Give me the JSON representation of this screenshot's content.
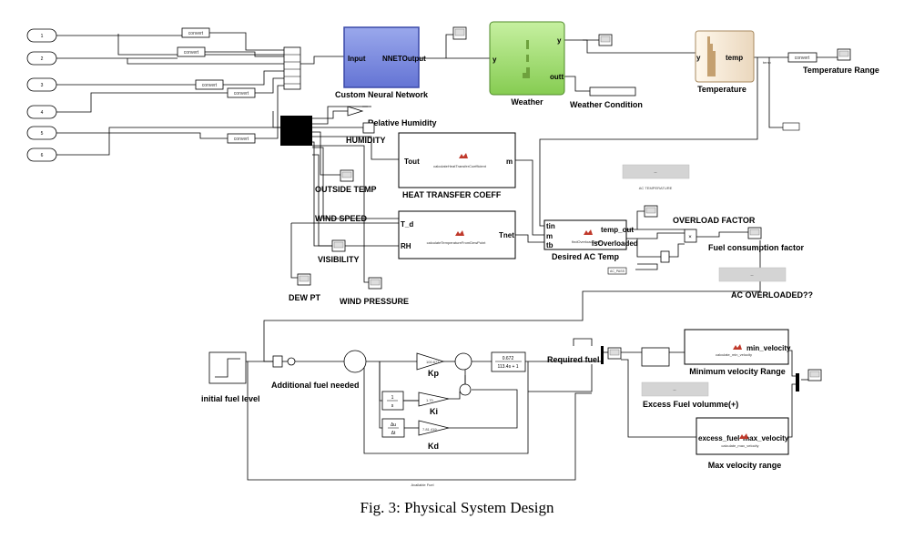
{
  "caption": "Fig. 3: Physical System Design",
  "inputs": [
    "1",
    "2",
    "3",
    "4",
    "5",
    "6"
  ],
  "convert_label": "convert",
  "blocks": {
    "nn_title": "Custom Neural Network",
    "nn_in": "Input",
    "nn_out": "NNETOutput",
    "weather_title": "Weather",
    "weather_y_in": "y",
    "weather_y_out": "y",
    "weather_outt": "outt",
    "weather_condition": "Weather Condition",
    "temperature_title": "Temperature",
    "temperature_in": "y",
    "temperature_out": "temp",
    "temperature_range": "Temperature Range",
    "relative_humidity": "Relative Humidity",
    "humidity": "HUMIDITY",
    "outside_temp": "OUTSIDE TEMP",
    "wind_speed": "WIND SPEED",
    "visibility": "VISIBILITY",
    "dew_pt": "DEW PT",
    "wind_pressure": "WIND PRESSURE",
    "htc_title": "HEAT TRANSFER COEFF",
    "htc_in": "Tout",
    "htc_out": "m",
    "htc_fn": "calculateHeatTransferCoefficient",
    "dew_in1": "T_d",
    "dew_in2": "RH",
    "dew_out": "Tnet",
    "dew_fn": "calculateTemperatureFromDewPoint",
    "ac_title": "Desired AC Temp",
    "ac_in1": "tin",
    "ac_in2": "m",
    "ac_in3": "tb",
    "ac_out1": "temp_out",
    "ac_out2": "isOverloaded",
    "ac_fn": "findOverloadState",
    "ac_temperature": "AC TEMPERATURE",
    "overload_factor": "OVERLOAD FACTOR",
    "fuel_consumption_factor": "Fuel consumption factor",
    "ac_overloaded": "AC OVERLOADED??",
    "display_dash": "--",
    "initial_fuel_level": "initial fuel level",
    "additional_fuel_needed": "Additional fuel needed",
    "kp": "Kp",
    "ki": "Ki",
    "kd": "Kd",
    "kp_val": "100.671",
    "ki_val": "1.70",
    "kd_val": "7.81.419",
    "tf_num": "0.672",
    "tf_den": "113.4s + 1",
    "int_num": "1",
    "int_den": "s",
    "der_num": "Δu",
    "der_den": "Δt",
    "required_fuel": "Required fuel",
    "excess_fuel_volume": "Excess Fuel volumme(+)",
    "min_vel_out": "min_velocity",
    "min_vel_fn": "calculate_min_velocity",
    "min_vel_title": "Minimum velocity Range",
    "max_vel_in": "excess_fuel",
    "max_vel_out": "max_velocity",
    "max_vel_fn": "calculate_max_velocity",
    "max_vel_title": "Max velocity range",
    "available_fuel": "Available Fuel",
    "ac_pass": "AC_PASS",
    "temp_tag": "temp"
  },
  "colors": {
    "nn_fill": "#7f8fe0",
    "weather_fill": "#a8e07a",
    "temperature_fill": "#f3e6d4",
    "display_gray": "#d4d4d4"
  }
}
